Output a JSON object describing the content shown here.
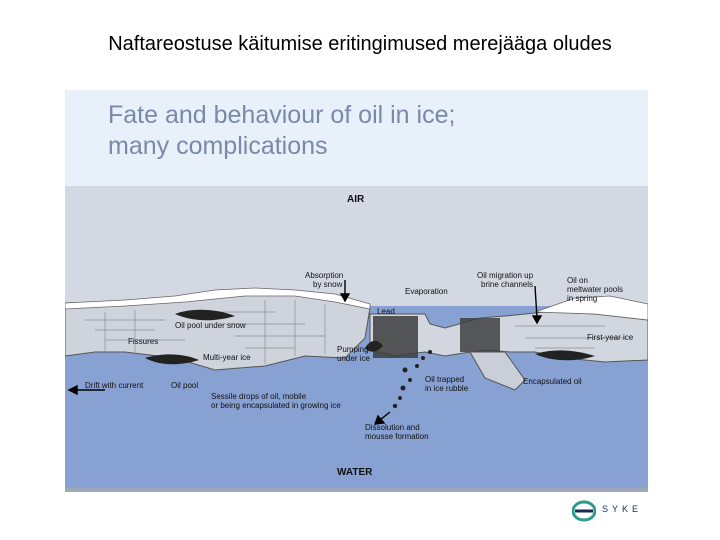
{
  "slide": {
    "title": "Naftareostuse käitumise eritingimused merejääga oludes"
  },
  "figure": {
    "title_line1": "Fate and behaviour of oil in ice;",
    "title_line2": "many complications",
    "labels": {
      "air": "AIR",
      "water": "WATER",
      "absorption_1": "Absorption",
      "absorption_2": "by snow",
      "evaporation": "Evaporation",
      "oil_migration_1": "Oil migration up",
      "oil_migration_2": "brine channels",
      "oil_on_1": "Oil on",
      "oil_on_2": "meltwater pools",
      "oil_on_3": "in spring",
      "lead": "Lead",
      "oil_pool_under_snow": "Oil pool under snow",
      "fissures": "Fissures",
      "multi_year_ice": "Multi-year ice",
      "pumping_1": "Pumping",
      "pumping_2": "under ice",
      "first_year_ice": "First-year ice",
      "drift_with_current": "Drift with current",
      "oil_pool": "Oil pool",
      "oil_trapped_1": "Oil trapped",
      "oil_trapped_2": "in ice rubble",
      "encapsulated_oil": "Encapsulated oil",
      "sessile_1": "Sessile drops of oil, mobile",
      "sessile_2": "or being encapsulated in growing ice",
      "dissolution_1": "Dissolution and",
      "dissolution_2": "mousse formation"
    }
  },
  "logo": {
    "text": "SYKE"
  },
  "colors": {
    "air": "#d8dde8",
    "water": "#8aa3d4",
    "ice": "#d6d9e0",
    "border": "#e6eef8",
    "oil": "#1a1a1a",
    "title": "#7a8aa6"
  }
}
